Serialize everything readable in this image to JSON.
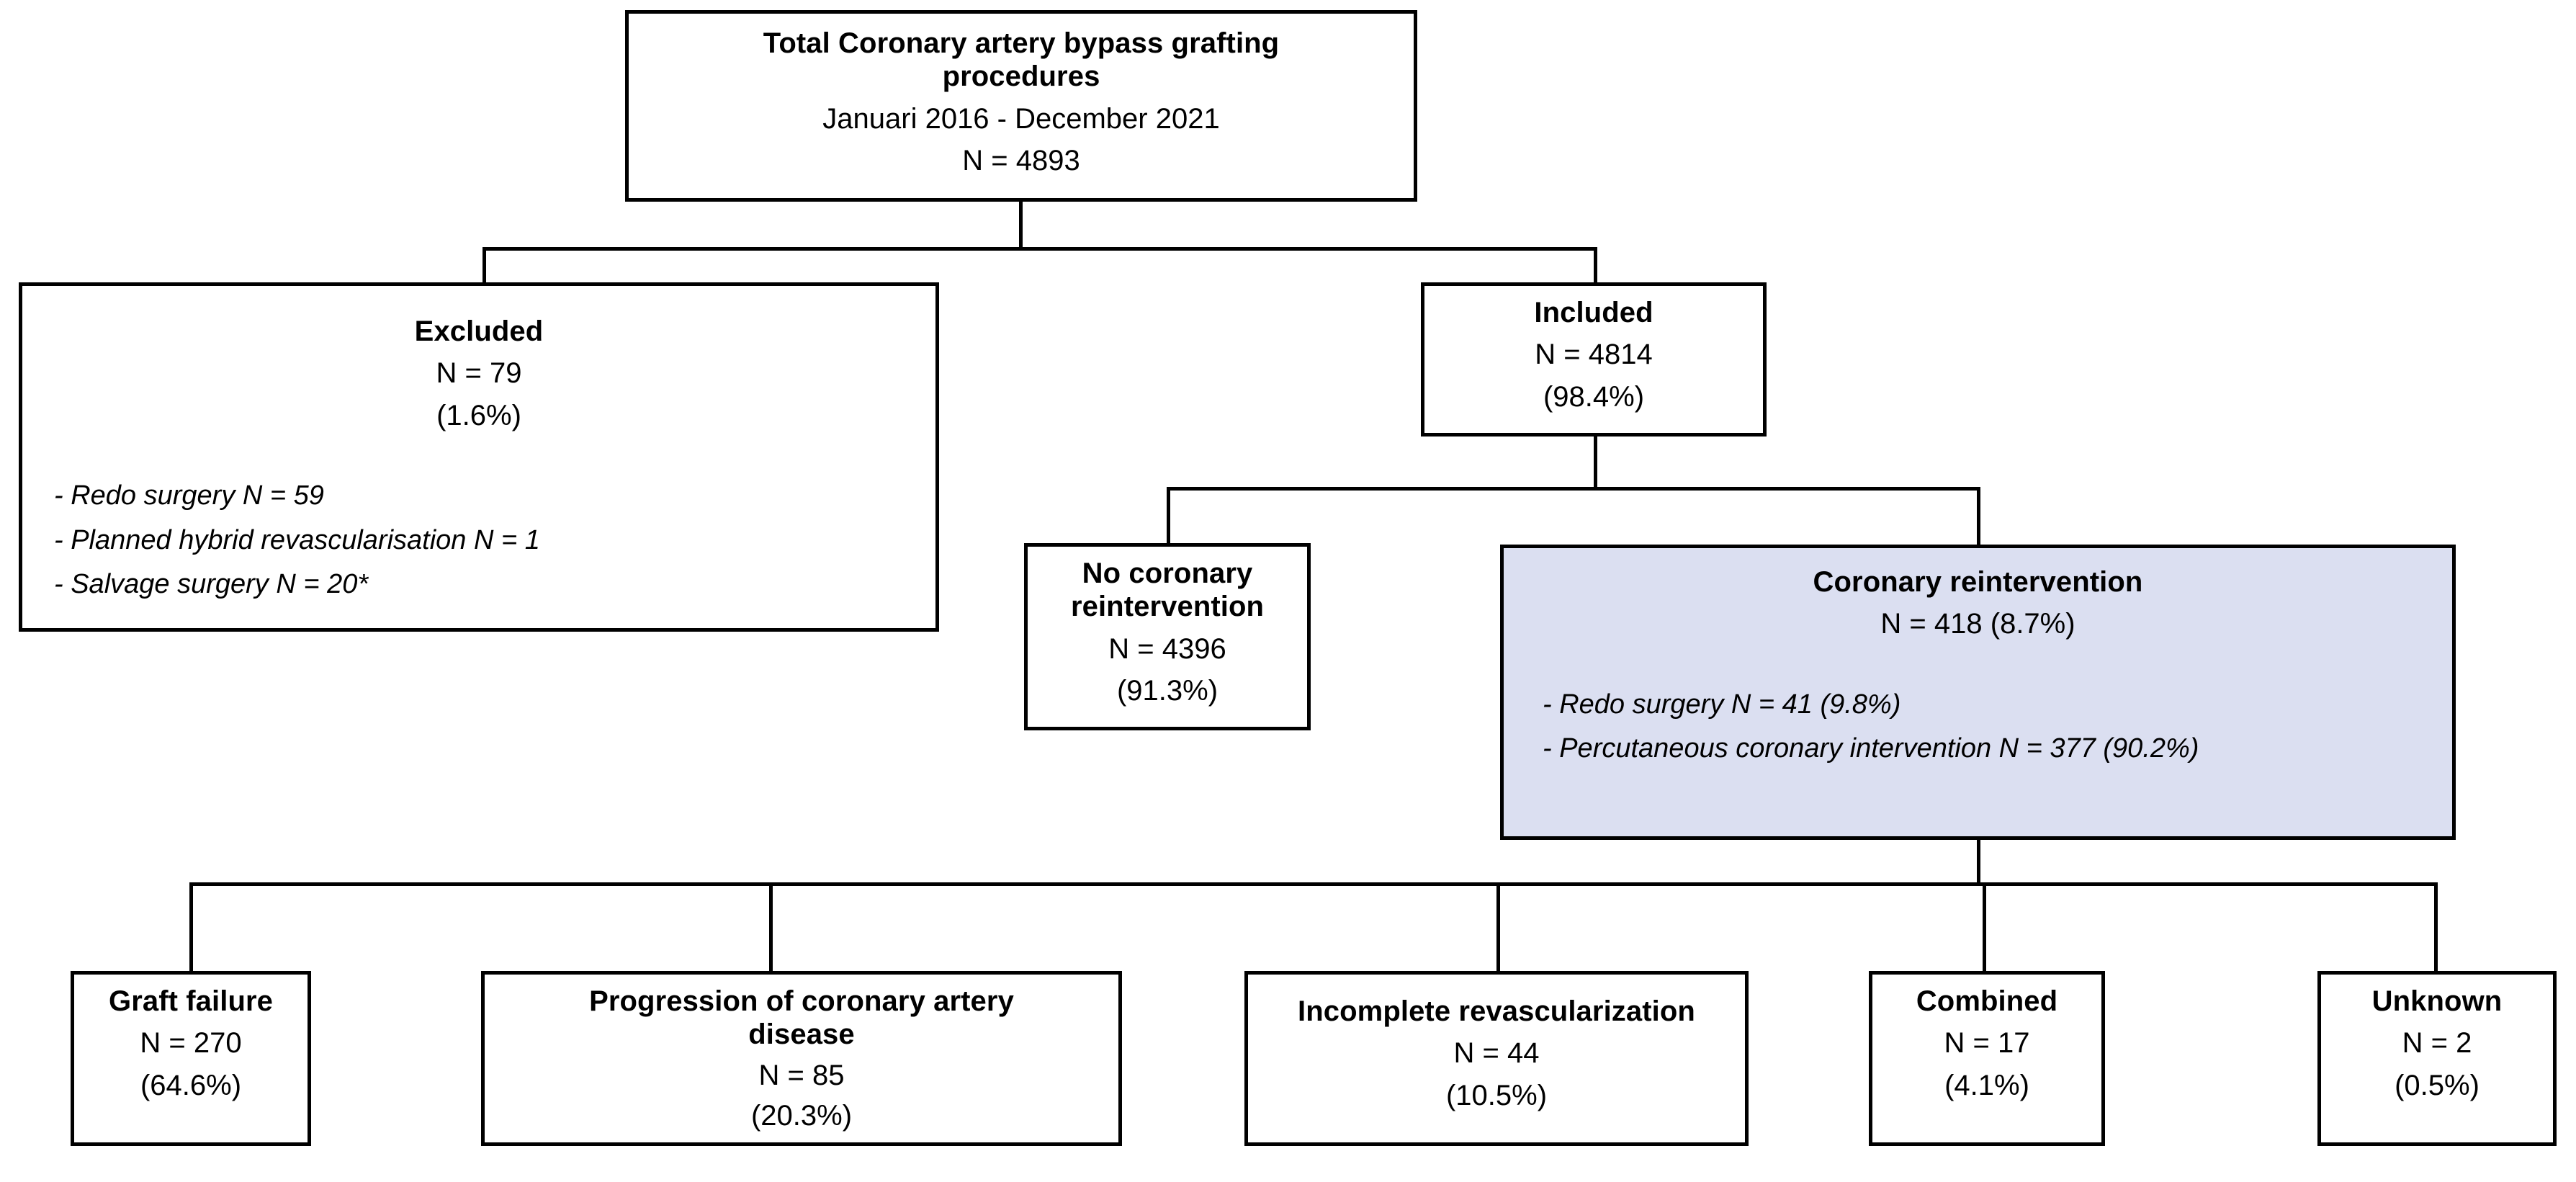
{
  "diagram": {
    "type": "flowchart",
    "accent_fill": "#dbdff1",
    "line_color": "#000000",
    "nodes": {
      "total": {
        "title": "Total Coronary artery bypass grafting\nprocedures",
        "period": "Januari 2016 - December 2021",
        "n": "N = 4893"
      },
      "excluded": {
        "title": "Excluded",
        "n": "N = 79",
        "pct": "(1.6%)",
        "items": [
          "- Redo surgery N = 59",
          "- Planned hybrid revascularisation N = 1",
          "- Salvage surgery N = 20*"
        ]
      },
      "included": {
        "title": "Included",
        "n": "N = 4814",
        "pct": "(98.4%)"
      },
      "no_reintervention": {
        "title": "No coronary\nreintervention",
        "n": "N = 4396",
        "pct": "(91.3%)"
      },
      "reintervention": {
        "title": "Coronary reintervention",
        "n": "N = 418 (8.7%)",
        "items": [
          "- Redo surgery N = 41 (9.8%)",
          "- Percutaneous coronary intervention N = 377 (90.2%)"
        ]
      },
      "graft_failure": {
        "title": "Graft failure",
        "n": "N = 270",
        "pct": "(64.6%)"
      },
      "progression": {
        "title": "Progression of coronary artery\ndisease",
        "n": "N = 85",
        "pct": "(20.3%)"
      },
      "incomplete": {
        "title": "Incomplete revascularization",
        "n": "N = 44",
        "pct": "(10.5%)"
      },
      "combined": {
        "title": "Combined",
        "n": "N = 17",
        "pct": "(4.1%)"
      },
      "unknown": {
        "title": "Unknown",
        "n": "N = 2",
        "pct": "(0.5%)"
      }
    }
  }
}
